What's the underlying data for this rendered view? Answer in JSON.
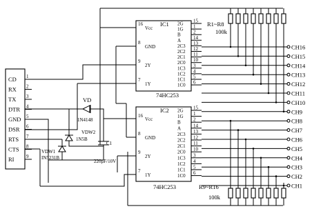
{
  "connector": {
    "pins": [
      {
        "name": "CD",
        "num": "1"
      },
      {
        "name": "RX",
        "num": "2"
      },
      {
        "name": "TX",
        "num": "3"
      },
      {
        "name": "DTR",
        "num": "4"
      },
      {
        "name": "GND",
        "num": "5"
      },
      {
        "name": "DSR",
        "num": "6"
      },
      {
        "name": "RTS",
        "num": "7"
      },
      {
        "name": "CTS",
        "num": "8"
      },
      {
        "name": "RI",
        "num": "9"
      }
    ]
  },
  "ic1": {
    "title": "IC1",
    "name": "74HC253",
    "vcc": "Vcc",
    "vcc_pin": "16",
    "gnd": "GND",
    "gnd_pin": "8",
    "out2": "2Y",
    "out2_pin": "9",
    "out1": "1Y",
    "out1_pin": "7",
    "right_pins": [
      {
        "label": "2G",
        "num": "15"
      },
      {
        "label": "1G",
        "num": "1"
      },
      {
        "label": "B",
        "num": "2"
      },
      {
        "label": "A",
        "num": "14"
      },
      {
        "label": "2C3",
        "num": "13"
      },
      {
        "label": "2C2",
        "num": "12"
      },
      {
        "label": "2C1",
        "num": "11"
      },
      {
        "label": "2C0",
        "num": "10"
      },
      {
        "label": "1C3",
        "num": "3"
      },
      {
        "label": "1C2",
        "num": "4"
      },
      {
        "label": "1C1",
        "num": "5"
      },
      {
        "label": "1C0",
        "num": "6"
      }
    ]
  },
  "ic2": {
    "title": "IC2",
    "name": "74HC253",
    "vcc": "Vcc",
    "vcc_pin": "16",
    "gnd": "GND",
    "gnd_pin": "8",
    "out2": "2Y",
    "out2_pin": "9",
    "out1": "1Y",
    "out1_pin": "7",
    "right_pins": [
      {
        "label": "2G",
        "num": "15"
      },
      {
        "label": "1G",
        "num": "1"
      },
      {
        "label": "B",
        "num": "2"
      },
      {
        "label": "A",
        "num": "14"
      },
      {
        "label": "2C3",
        "num": "13"
      },
      {
        "label": "2C2",
        "num": "12"
      },
      {
        "label": "2C1",
        "num": "11"
      },
      {
        "label": "2C0",
        "num": "10"
      },
      {
        "label": "1C3",
        "num": "3"
      },
      {
        "label": "1C2",
        "num": "4"
      },
      {
        "label": "1C1",
        "num": "5"
      },
      {
        "label": "1C0",
        "num": "6"
      }
    ]
  },
  "resistors_top": {
    "ref": "R1~R8",
    "value": "100k"
  },
  "resistors_bottom": {
    "ref": "R9~R16",
    "value": "100k"
  },
  "channels": [
    "CH16",
    "CH15",
    "CH14",
    "CH13",
    "CH12",
    "CH11",
    "CH10",
    "CH9",
    "CH8",
    "CH7",
    "CH6",
    "CH5",
    "CH4",
    "CH3",
    "CH2",
    "CH1"
  ],
  "diode_vd": {
    "ref": "VD",
    "part": "1N4148"
  },
  "zener_vdw2": {
    "ref": "VDW2",
    "part": "1N5B"
  },
  "zener_vdw1": {
    "ref": "VDW1",
    "part": "IN5231B"
  },
  "capacitor": {
    "ref": "C1",
    "value": "220μF/10V"
  }
}
